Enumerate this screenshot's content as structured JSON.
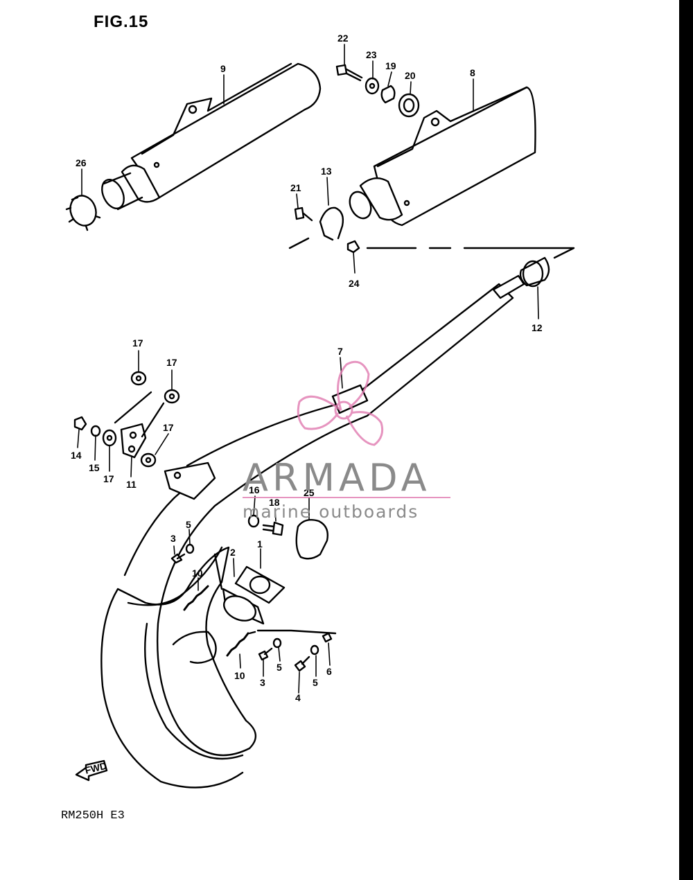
{
  "figure": {
    "title": "FIG.15",
    "model": "RM250H E3",
    "fwd_label": "FWD"
  },
  "watermark": {
    "brand": "ARMADA",
    "tagline": "marine outboards",
    "accent_color": "#e07ab0",
    "text_color": "#8a8a8a"
  },
  "callouts": [
    "22",
    "23",
    "19",
    "20",
    "9",
    "8",
    "26",
    "21",
    "13",
    "24",
    "12",
    "7",
    "17",
    "17",
    "17",
    "14",
    "15",
    "17",
    "11",
    "16",
    "18",
    "25",
    "5",
    "3",
    "2",
    "1",
    "10",
    "10",
    "5",
    "3",
    "4",
    "5",
    "6"
  ]
}
